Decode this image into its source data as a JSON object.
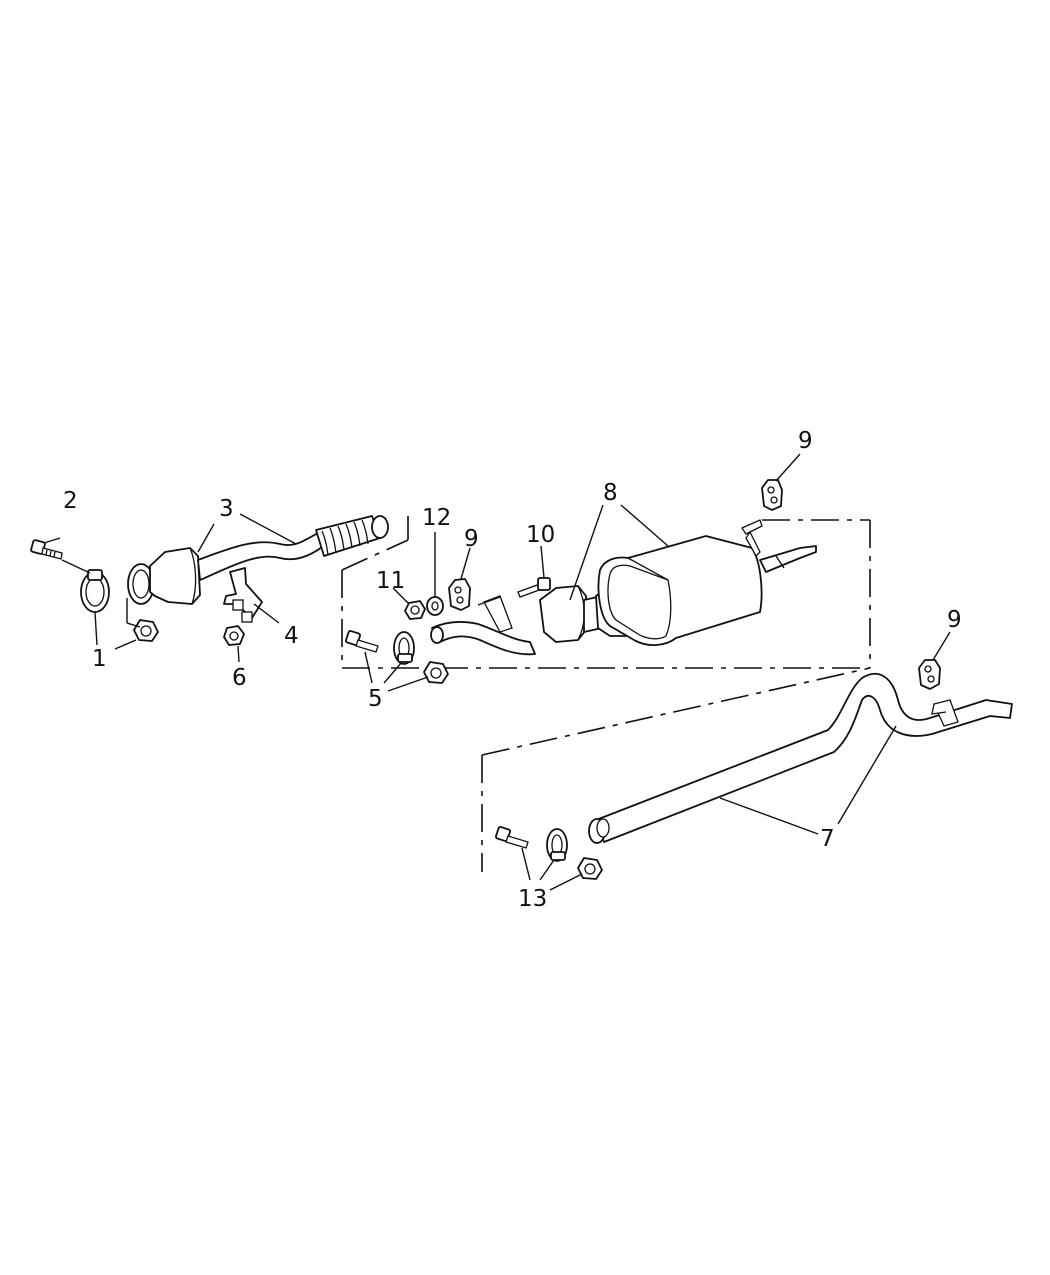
{
  "diagram": {
    "callouts": [
      "1",
      "2",
      "3",
      "4",
      "5",
      "6",
      "7",
      "8",
      "9",
      "10",
      "11",
      "12",
      "13"
    ],
    "icons": [
      "clamp-icon",
      "bolt-icon",
      "nut-icon",
      "catalytic-converter-icon",
      "bracket-icon",
      "hanger-icon",
      "muffler-icon",
      "tailpipe-icon",
      "washer-icon"
    ]
  }
}
